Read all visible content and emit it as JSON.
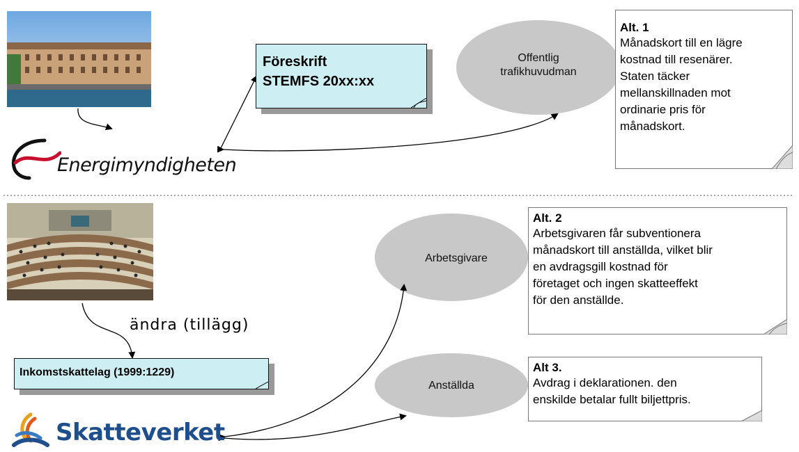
{
  "top": {
    "cyan_box": {
      "line1": "Föreskrift",
      "line2": "STEMFS 20xx:xx"
    },
    "logo_text": "Energimyndigheten",
    "ellipse": {
      "line1": "Offentlig",
      "line2": "trafikhuvudman"
    },
    "note": {
      "title": "Alt. 1",
      "lines": [
        "Månadskort till en lägre",
        "kostnad till resenärer.",
        "Staten täcker",
        "mellanskillnaden mot",
        "ordinarie pris för",
        "månadskort."
      ]
    }
  },
  "bottom": {
    "arrow_label": "ändra (tillägg)",
    "cyan_box": {
      "label": "Inkomstskattelag (1999:1229)"
    },
    "logo_text": "Skatteverket",
    "ellipse1": {
      "label": "Arbetsgivare"
    },
    "ellipse2": {
      "label": "Anställda"
    },
    "note1": {
      "title": "Alt. 2",
      "lines": [
        "Arbetsgivaren får subventionera",
        "månadskort till anställda, vilket blir",
        "en avdragsgill kostnad för",
        "företaget och ingen skatteeffekt",
        "för den anställde."
      ]
    },
    "note2": {
      "title": "Alt 3.",
      "lines": [
        "Avdrag i deklarationen. den",
        "enskilde betalar fullt biljettpris."
      ]
    }
  },
  "colors": {
    "cyan_box": "#cdeef2",
    "ellipse": "#c8c8c8",
    "energi_red": "#c8102e",
    "skatte_blue": "#1f4e8c"
  }
}
